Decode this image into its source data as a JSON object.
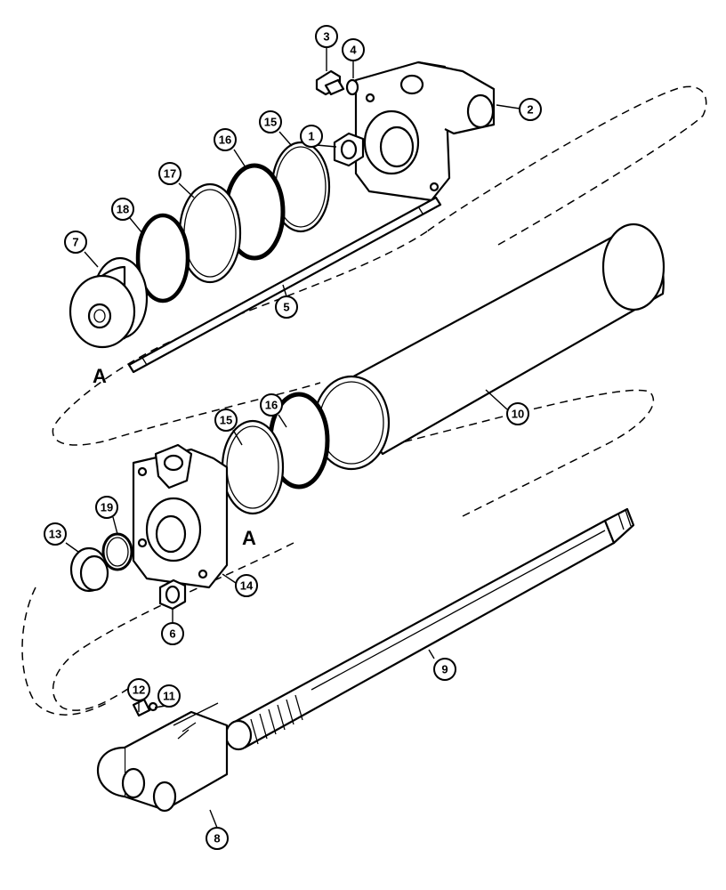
{
  "callouts": [
    {
      "id": "c1",
      "label": "1"
    },
    {
      "id": "c2",
      "label": "2"
    },
    {
      "id": "c3",
      "label": "3"
    },
    {
      "id": "c4",
      "label": "4"
    },
    {
      "id": "c5",
      "label": "5"
    },
    {
      "id": "c6",
      "label": "6"
    },
    {
      "id": "c7",
      "label": "7"
    },
    {
      "id": "c8",
      "label": "8"
    },
    {
      "id": "c9",
      "label": "9"
    },
    {
      "id": "c10",
      "label": "10"
    },
    {
      "id": "c11",
      "label": "11"
    },
    {
      "id": "c12",
      "label": "12"
    },
    {
      "id": "c13",
      "label": "13"
    },
    {
      "id": "c14",
      "label": "14"
    },
    {
      "id": "c15a",
      "label": "15"
    },
    {
      "id": "c15b",
      "label": "15"
    },
    {
      "id": "c16a",
      "label": "16"
    },
    {
      "id": "c16b",
      "label": "16"
    },
    {
      "id": "c17",
      "label": "17"
    },
    {
      "id": "c18",
      "label": "18"
    },
    {
      "id": "c19",
      "label": "19"
    }
  ],
  "reference_marks": {
    "upper_a": "A",
    "lower_a": "A"
  }
}
